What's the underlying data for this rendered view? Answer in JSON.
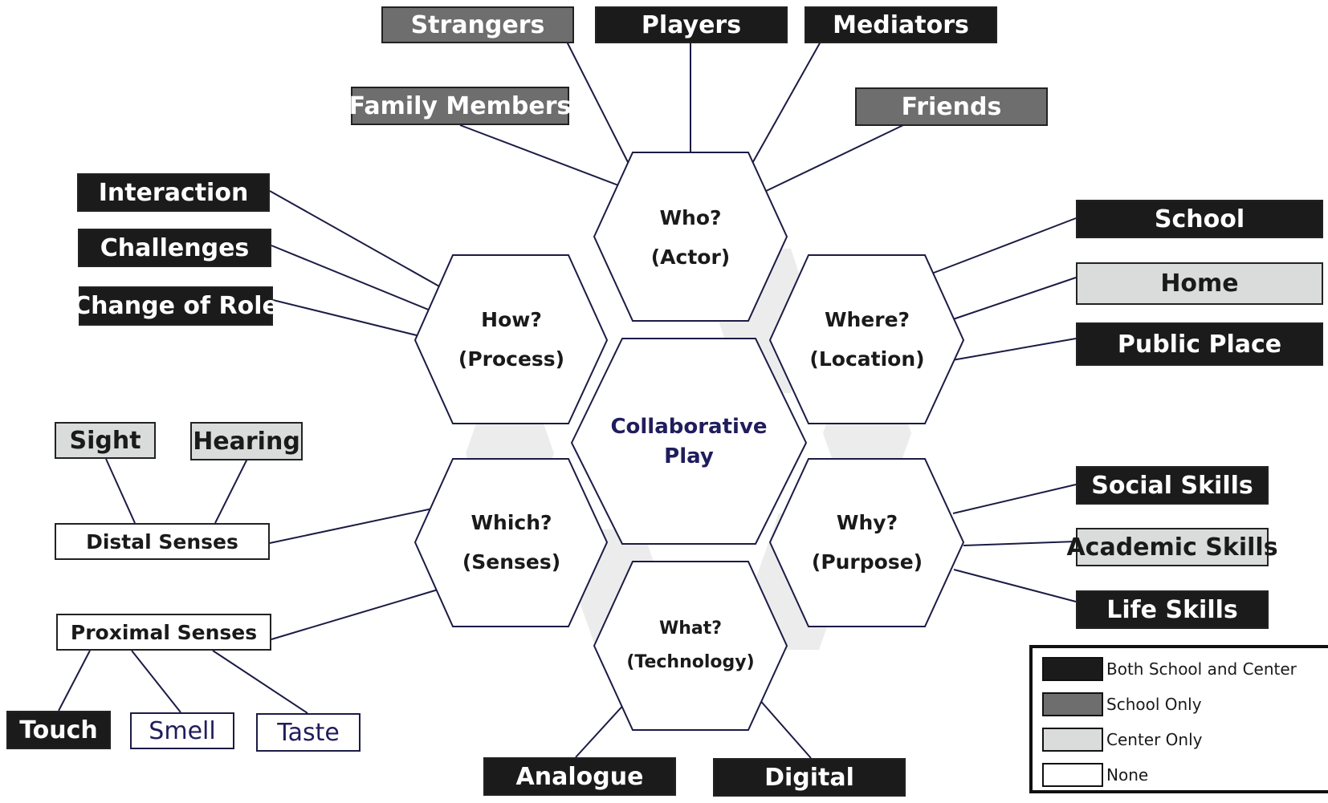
{
  "center": {
    "line1": "Collaborative",
    "line2": "Play"
  },
  "hexes": {
    "who": {
      "line1": "Who?",
      "line2": "(Actor)"
    },
    "how": {
      "line1": "How?",
      "line2": "(Process)"
    },
    "where": {
      "line1": "Where?",
      "line2": "(Location)"
    },
    "which": {
      "line1": "Which?",
      "line2": "(Senses)"
    },
    "why": {
      "line1": "Why?",
      "line2": "(Purpose)"
    },
    "what": {
      "line1": "What?",
      "line2": "(Technology)"
    }
  },
  "actors": {
    "strangers": "Strangers",
    "players": "Players",
    "mediators": "Mediators",
    "family_members": "Family Members",
    "friends": "Friends"
  },
  "process": {
    "interaction": "Interaction",
    "challenges": "Challenges",
    "change_of_role": "Change of Role"
  },
  "location": {
    "school": "School",
    "home": "Home",
    "public_place": "Public Place"
  },
  "senses": {
    "sight": "Sight",
    "hearing": "Hearing",
    "distal": "Distal Senses",
    "proximal": "Proximal Senses",
    "touch": "Touch",
    "smell": "Smell",
    "taste": "Taste"
  },
  "purpose": {
    "social_skills": "Social Skills",
    "academic_skills": "Academic Skills",
    "life_skills": "Life Skills"
  },
  "technology": {
    "analogue": "Analogue",
    "digital": "Digital"
  },
  "legend": {
    "both": "Both School and Center",
    "school_only": "School Only",
    "center_only": "Center Only",
    "none": "None"
  },
  "colors": {
    "both": "#1b1b1b",
    "school_only": "#6e6e6e",
    "center_only": "#d9dcdb",
    "none": "#ffffff",
    "outline": "#1b1b45",
    "center_text": "#1f1d5c"
  }
}
